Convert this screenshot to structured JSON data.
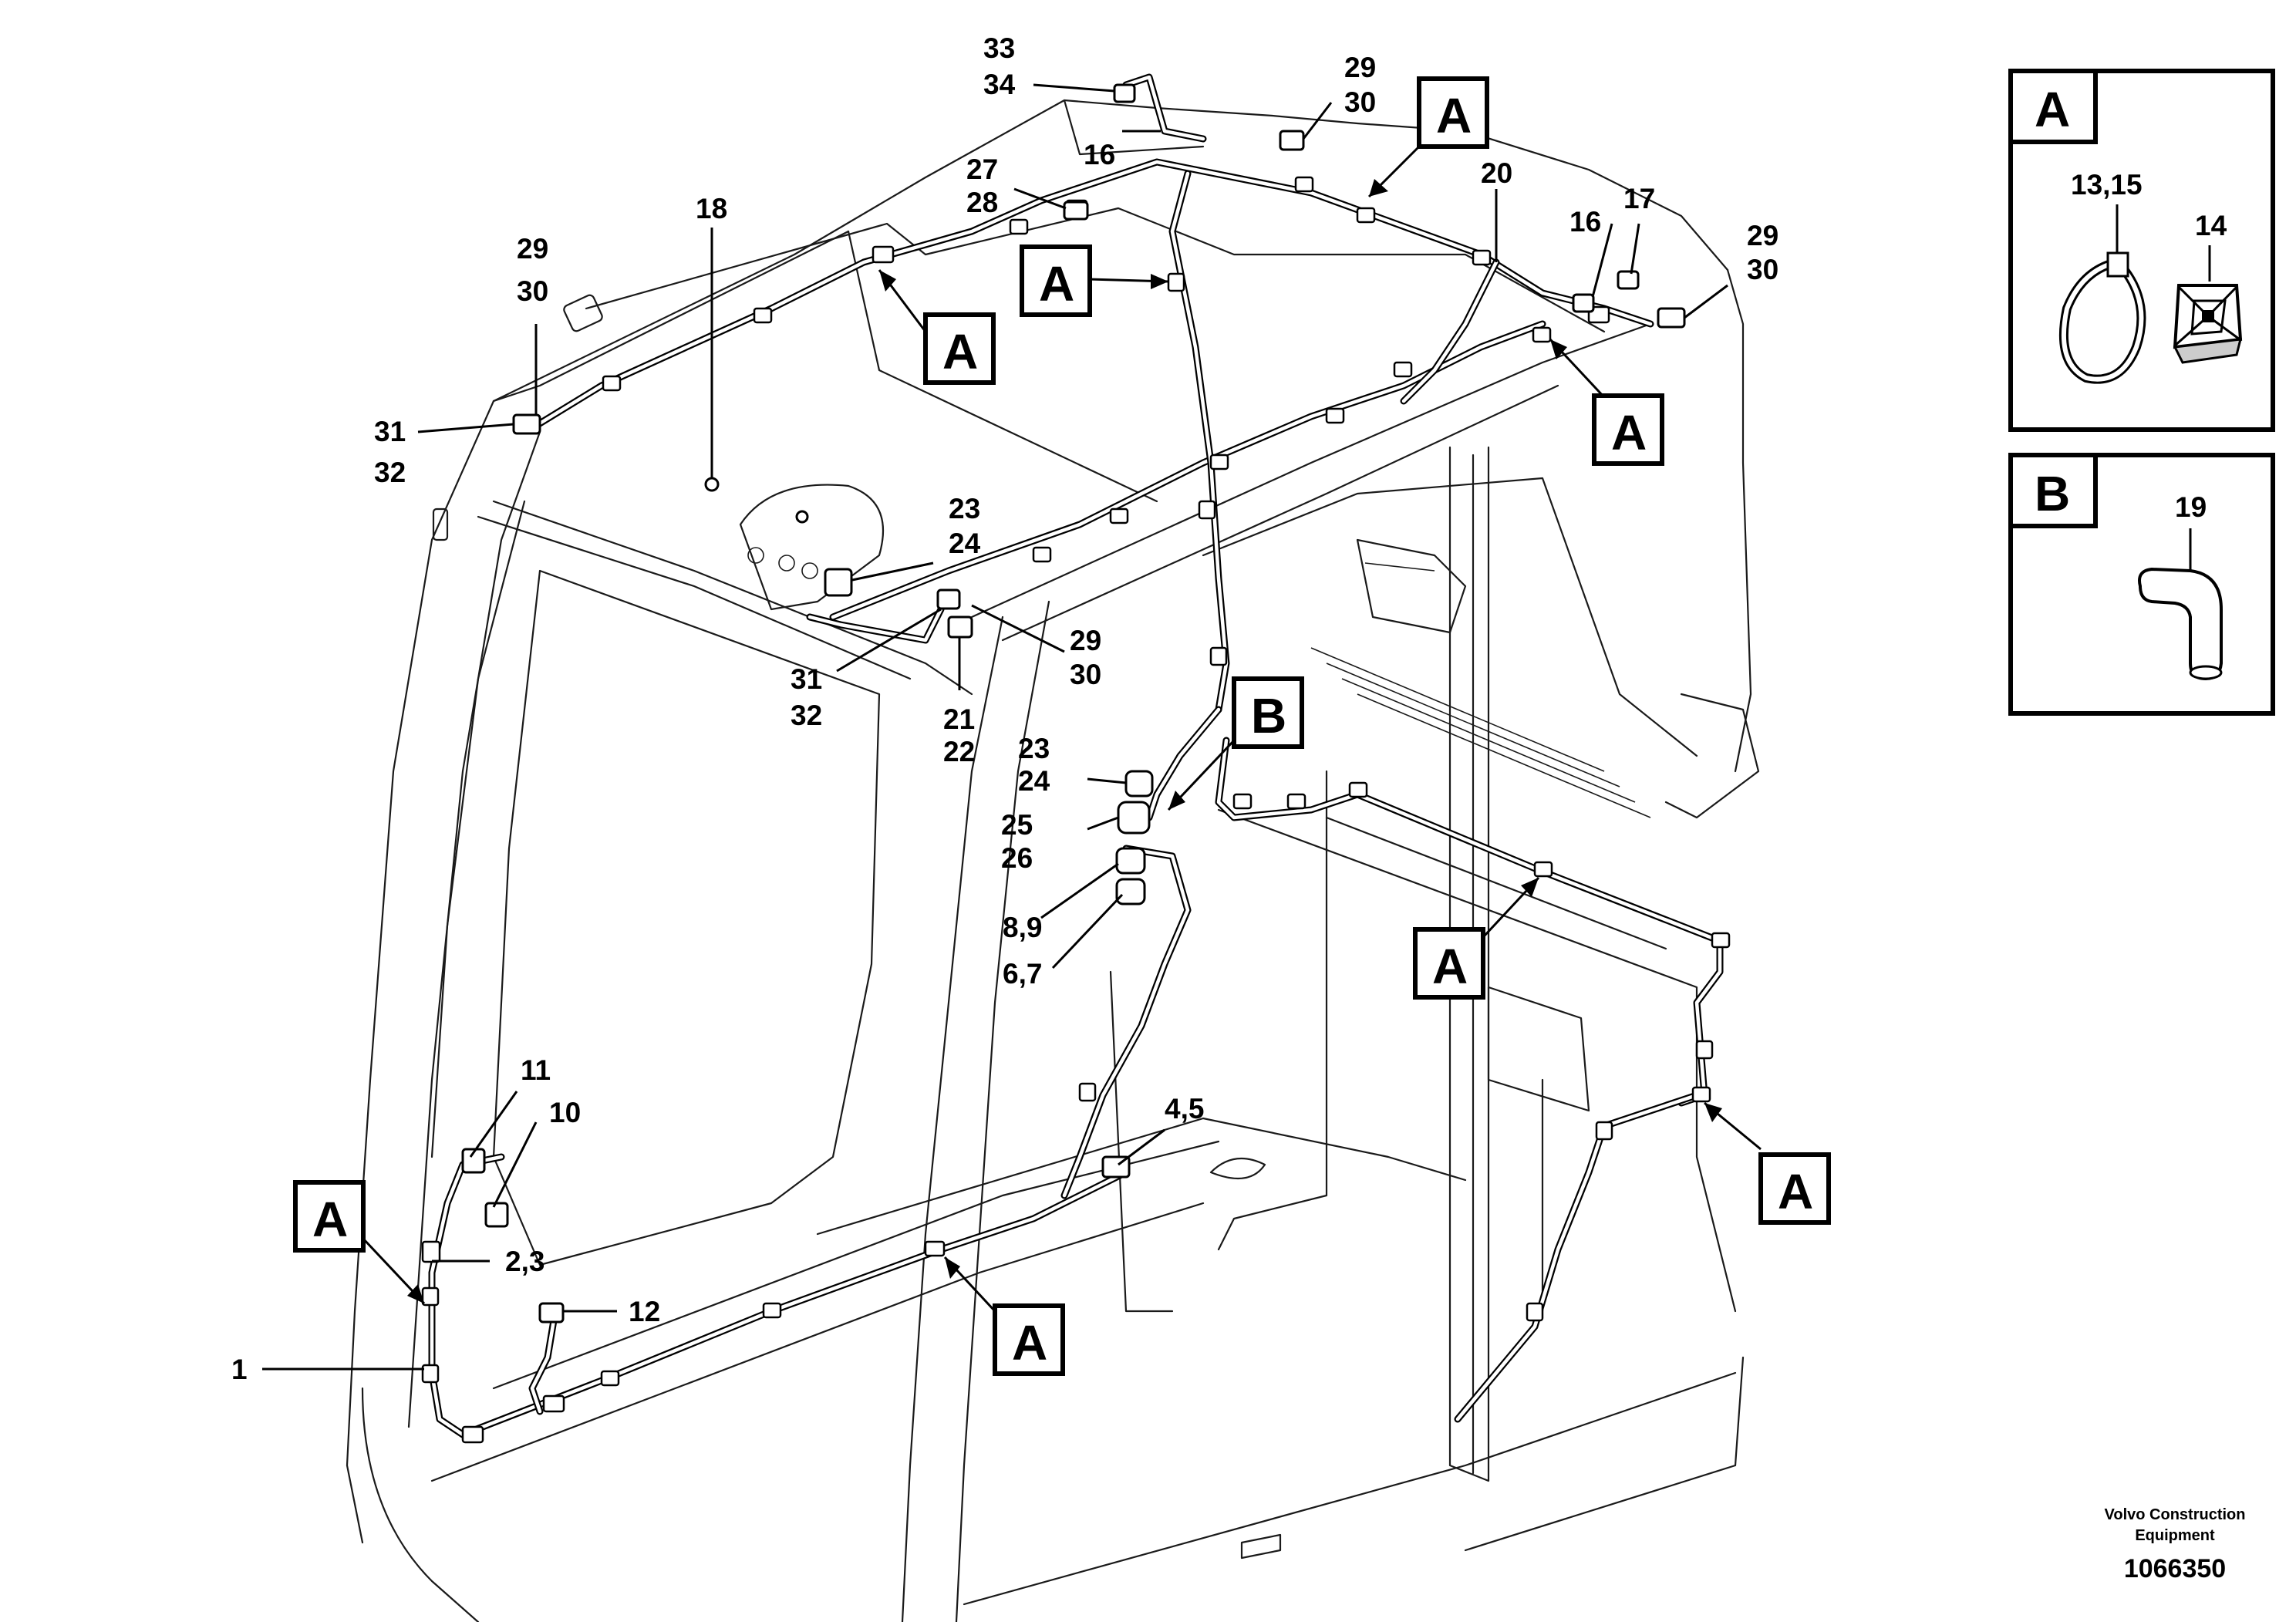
{
  "callouts": {
    "c1": "1",
    "c23": "2,3",
    "c45": "4,5",
    "c67": "6,7",
    "c89": "8,9",
    "c10": "10",
    "c11": "11",
    "c12": "12",
    "c16a": "16",
    "c16b": "16",
    "c17": "17",
    "c18": "18",
    "c20": "20",
    "c21": "21",
    "c22": "22",
    "c23a": "23",
    "c24a": "24",
    "c23b": "23",
    "c24b": "24",
    "c25": "25",
    "c26": "26",
    "c27": "27",
    "c28": "28",
    "c29a": "29",
    "c30a": "30",
    "c29b": "29",
    "c30b": "30",
    "c29c": "29",
    "c30c": "30",
    "c29d": "29",
    "c30d": "30",
    "c31a": "31",
    "c32a": "32",
    "c31b": "31",
    "c32b": "32",
    "c33": "33",
    "c34": "34"
  },
  "detail_markers": {
    "a": "A",
    "b": "B"
  },
  "legend": {
    "panel_a": {
      "letter": "A",
      "part1": "13,15",
      "part2": "14"
    },
    "panel_b": {
      "letter": "B",
      "part1": "19"
    }
  },
  "footer": {
    "line1": "Volvo Construction",
    "line2": "Equipment",
    "drawing_number": "1066350"
  }
}
